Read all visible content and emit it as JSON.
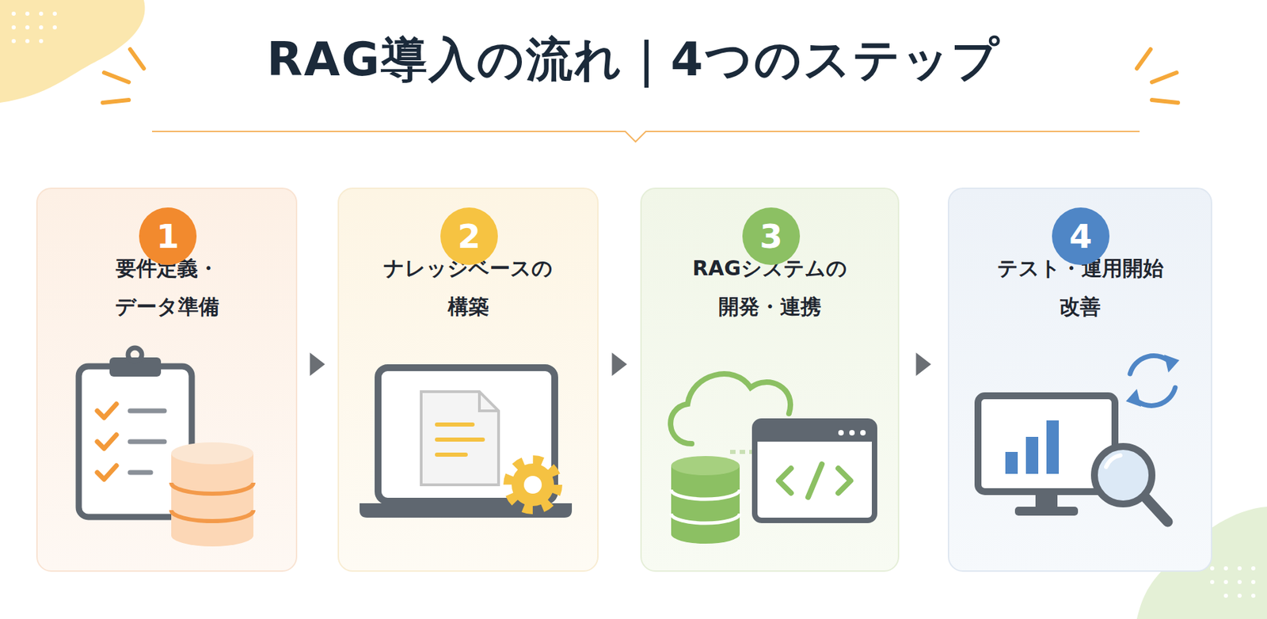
{
  "diagram": {
    "title": "RAG導入の流れ｜4つのステップ",
    "nodes": [
      {
        "text": [
          "要件定義・ データ準備"
        ]
      },
      {
        "text": [
          "1"
        ],
        "in": 0
      },
      {
        "text": [
          "ナレッジベースの 構築"
        ]
      },
      {
        "text": [
          "2"
        ],
        "in": 2
      },
      {
        "text": [
          "RAGシステムの 開発・連携"
        ]
      },
      {
        "text": [
          "3"
        ],
        "in": 4
      },
      {
        "text": [
          "テスト・運用開始 改善"
        ]
      },
      {
        "text": [
          "4"
        ],
        "in": 6
      }
    ],
    "edges": [
      {
        "from": 0,
        "to": 2,
        "arrow": "to"
      },
      {
        "from": 2,
        "to": 4,
        "arrow": "to"
      },
      {
        "from": 4,
        "to": 6,
        "arrow": "to"
      }
    ]
  }
}
